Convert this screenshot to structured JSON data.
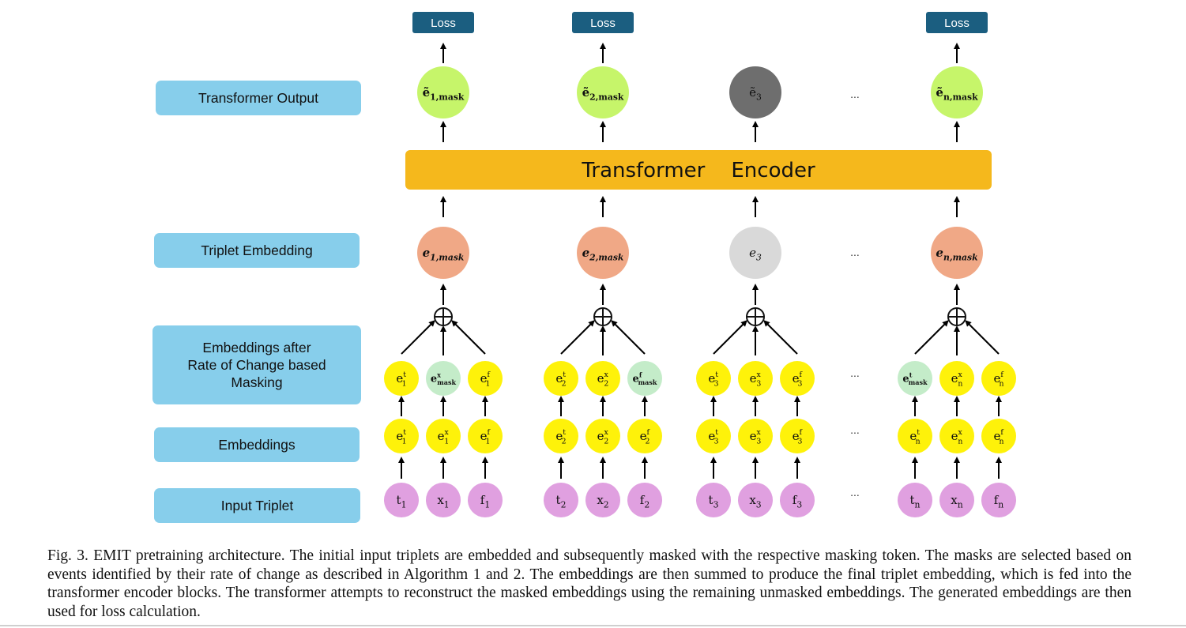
{
  "row_labels": {
    "transformer_output": "Transformer Output",
    "triplet_embedding": "Triplet Embedding",
    "masking": [
      "Embeddings after",
      "Rate of Change based",
      "Masking"
    ],
    "embeddings": "Embeddings",
    "input_triplet": "Input Triplet"
  },
  "encoder_label": "Transformer    Encoder",
  "loss_label": "Loss",
  "ellipsis": "...",
  "plus_symbol": "⊕",
  "columns": [
    {
      "has_loss": true,
      "output": {
        "base": "ẽ",
        "sub": "1,mask",
        "masked": true
      },
      "triplet": {
        "base": "e",
        "sub": "1,mask",
        "masked": true
      },
      "masked_embeds": [
        {
          "base": "e",
          "sup": "t",
          "sub": "1",
          "masked": false
        },
        {
          "base": "e",
          "sup": "x",
          "sub": "mask",
          "masked": true
        },
        {
          "base": "e",
          "sup": "f",
          "sub": "1",
          "masked": false
        }
      ],
      "embeds": [
        {
          "base": "e",
          "sup": "t",
          "sub": "1"
        },
        {
          "base": "e",
          "sup": "x",
          "sub": "1"
        },
        {
          "base": "e",
          "sup": "f",
          "sub": "1"
        }
      ],
      "inputs": [
        {
          "base": "t",
          "sub": "1"
        },
        {
          "base": "x",
          "sub": "1"
        },
        {
          "base": "f",
          "sub": "1"
        }
      ]
    },
    {
      "has_loss": true,
      "output": {
        "base": "ẽ",
        "sub": "2,mask",
        "masked": true
      },
      "triplet": {
        "base": "e",
        "sub": "2,mask",
        "masked": true
      },
      "masked_embeds": [
        {
          "base": "e",
          "sup": "t",
          "sub": "2",
          "masked": false
        },
        {
          "base": "e",
          "sup": "x",
          "sub": "2",
          "masked": false
        },
        {
          "base": "e",
          "sup": "f",
          "sub": "mask",
          "masked": true
        }
      ],
      "embeds": [
        {
          "base": "e",
          "sup": "t",
          "sub": "2"
        },
        {
          "base": "e",
          "sup": "x",
          "sub": "2"
        },
        {
          "base": "e",
          "sup": "f",
          "sub": "2"
        }
      ],
      "inputs": [
        {
          "base": "t",
          "sub": "2"
        },
        {
          "base": "x",
          "sub": "2"
        },
        {
          "base": "f",
          "sub": "2"
        }
      ]
    },
    {
      "has_loss": false,
      "output": {
        "base": "ẽ",
        "sub": "3",
        "masked": false
      },
      "triplet": {
        "base": "e",
        "sub": "3",
        "masked": false
      },
      "masked_embeds": [
        {
          "base": "e",
          "sup": "t",
          "sub": "3",
          "masked": false
        },
        {
          "base": "e",
          "sup": "x",
          "sub": "3",
          "masked": false
        },
        {
          "base": "e",
          "sup": "f",
          "sub": "3",
          "masked": false
        }
      ],
      "embeds": [
        {
          "base": "e",
          "sup": "t",
          "sub": "3"
        },
        {
          "base": "e",
          "sup": "x",
          "sub": "3"
        },
        {
          "base": "e",
          "sup": "f",
          "sub": "3"
        }
      ],
      "inputs": [
        {
          "base": "t",
          "sub": "3"
        },
        {
          "base": "x",
          "sub": "3"
        },
        {
          "base": "f",
          "sub": "3"
        }
      ]
    },
    {
      "has_loss": true,
      "output": {
        "base": "ẽ",
        "sub": "n,mask",
        "masked": true
      },
      "triplet": {
        "base": "e",
        "sub": "n,mask",
        "masked": true
      },
      "masked_embeds": [
        {
          "base": "e",
          "sup": "t",
          "sub": "mask",
          "masked": true
        },
        {
          "base": "e",
          "sup": "x",
          "sub": "n",
          "masked": false
        },
        {
          "base": "e",
          "sup": "f",
          "sub": "n",
          "masked": false
        }
      ],
      "embeds": [
        {
          "base": "e",
          "sup": "t",
          "sub": "n"
        },
        {
          "base": "e",
          "sup": "x",
          "sub": "n"
        },
        {
          "base": "e",
          "sup": "f",
          "sub": "n"
        }
      ],
      "inputs": [
        {
          "base": "t",
          "sub": "n"
        },
        {
          "base": "x",
          "sub": "n"
        },
        {
          "base": "f",
          "sub": "n"
        }
      ]
    }
  ],
  "colors": {
    "label_box": "#87ceeb",
    "loss_box": "#1b5e80",
    "encoder": "#f5b81c",
    "output_masked": "#c6f56a",
    "output_unmasked": "#6e6e6e",
    "triplet_masked": "#f0a886",
    "triplet_unmasked": "#d9d9d9",
    "embed": "#fef20a",
    "embed_masked": "#c4ecc9",
    "input": "#e0a0e0"
  },
  "caption": "Fig. 3.  EMIT pretraining architecture. The initial input triplets are embedded and subsequently masked with the respective masking token. The masks are selected based on events identified by their rate of change as described in Algorithm 1 and 2. The embeddings are then summed to produce the final triplet embedding, which is fed into the transformer encoder blocks. The transformer attempts to reconstruct the masked embeddings using the remaining unmasked embeddings. The generated embeddings are then used for loss calculation."
}
